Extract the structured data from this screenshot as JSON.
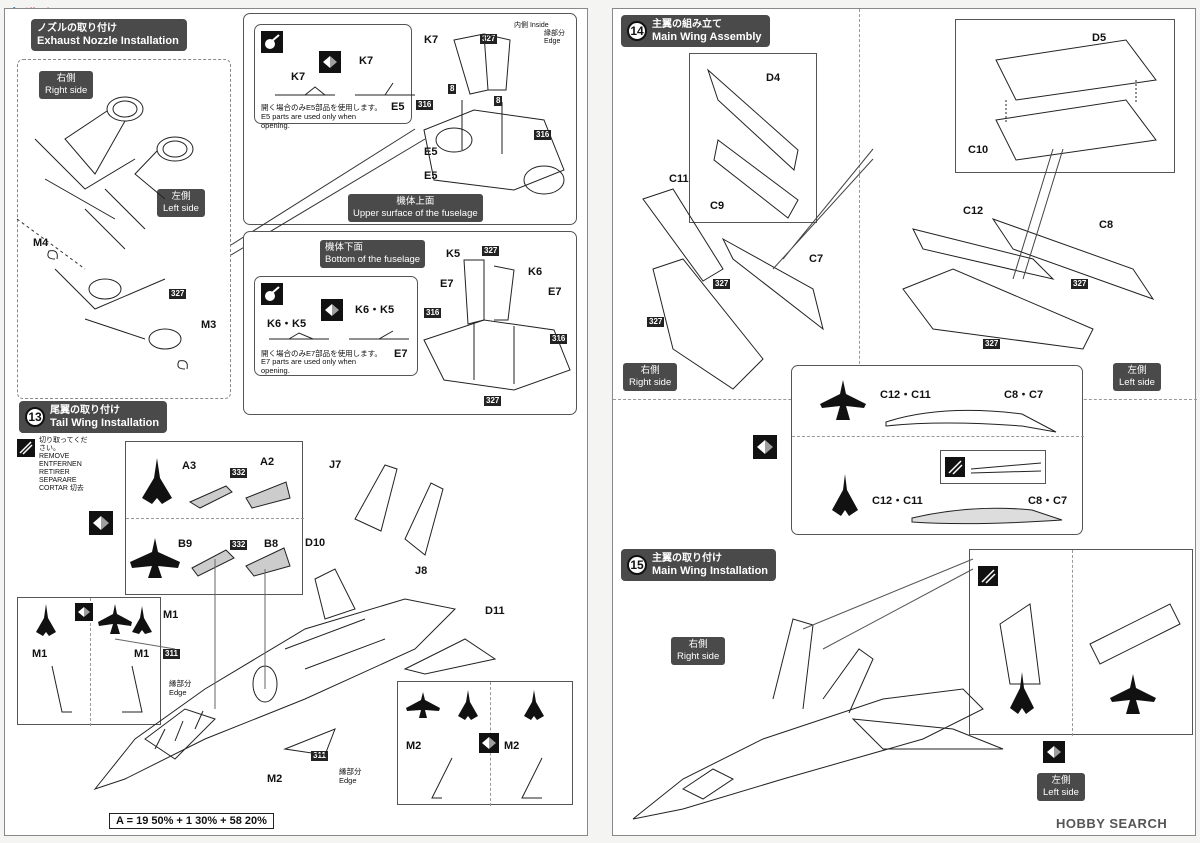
{
  "watermark_logo": "高",
  "watermark_site": "模型网",
  "footer_logo": "HOBBY SEARCH",
  "step_exhaust": {
    "title_ja": "ノズルの取り付け",
    "title_en": "Exhaust Nozzle Installation",
    "right_side_ja": "右側",
    "right_side_en": "Right side",
    "left_side_ja": "左側",
    "left_side_en": "Left side",
    "parts": [
      "M4",
      "M3"
    ],
    "color_327": "327"
  },
  "upper_fuselage": {
    "caption_ja": "機体上面",
    "caption_en": "Upper surface of the fuselage",
    "note_ja": "開く場合のみE5部品を使用します。",
    "note_en": "E5 parts are used only when opening.",
    "labels": [
      "K7",
      "K7",
      "E5",
      "K7",
      "8",
      "8",
      "316",
      "316",
      "E5",
      "E5",
      "327"
    ],
    "inside": "内側",
    "inside_en": "Inside",
    "edge": "縁部分",
    "edge_en": "Edge"
  },
  "lower_fuselage": {
    "caption_ja": "機体下面",
    "caption_en": "Bottom of the fuselage",
    "note_ja": "開く場合のみE7部品を使用します。",
    "note_en": "E7 parts are used only when opening.",
    "labels": [
      "K6・K5",
      "K6・K5",
      "E7",
      "K5",
      "K6",
      "E7",
      "E7",
      "316",
      "316",
      "327",
      "327"
    ]
  },
  "step_tail": {
    "number": "13",
    "title_ja": "尾翼の取り付け",
    "title_en": "Tail Wing Installation",
    "remove_text": "切り取ってください。 REMOVE ENTFERNEN RETIRER SEPARARE CORTAR 切去",
    "parts": [
      "A3",
      "A2",
      "332",
      "B9",
      "B8",
      "332",
      "J7",
      "J8",
      "D10",
      "D11",
      "M1",
      "M1",
      "M1",
      "M2",
      "M2",
      "M2",
      "311",
      "311"
    ],
    "edge_ja": "縁部分",
    "edge_en": "Edge",
    "mix_note": "A = 19 50% + 1 30% + 58 20%"
  },
  "step_main_wing": {
    "number": "14",
    "title_ja": "主翼の組み立て",
    "title_en": "Main Wing Assembly",
    "parts": [
      "D4",
      "C11",
      "C9",
      "C7",
      "D5",
      "C10",
      "C12",
      "C8",
      "327",
      "327",
      "327",
      "327"
    ],
    "right_side_ja": "右側",
    "right_side_en": "Right side",
    "left_side_ja": "左側",
    "left_side_en": "Left side",
    "section_labels": [
      "C12・C11",
      "C8・C7",
      "C12・C11",
      "C8・C7"
    ]
  },
  "step_wing_install": {
    "number": "15",
    "title_ja": "主翼の取り付け",
    "title_en": "Main Wing Installation",
    "right_side_ja": "右側",
    "right_side_en": "Right side",
    "left_side_ja": "左側",
    "left_side_en": "Left side"
  }
}
